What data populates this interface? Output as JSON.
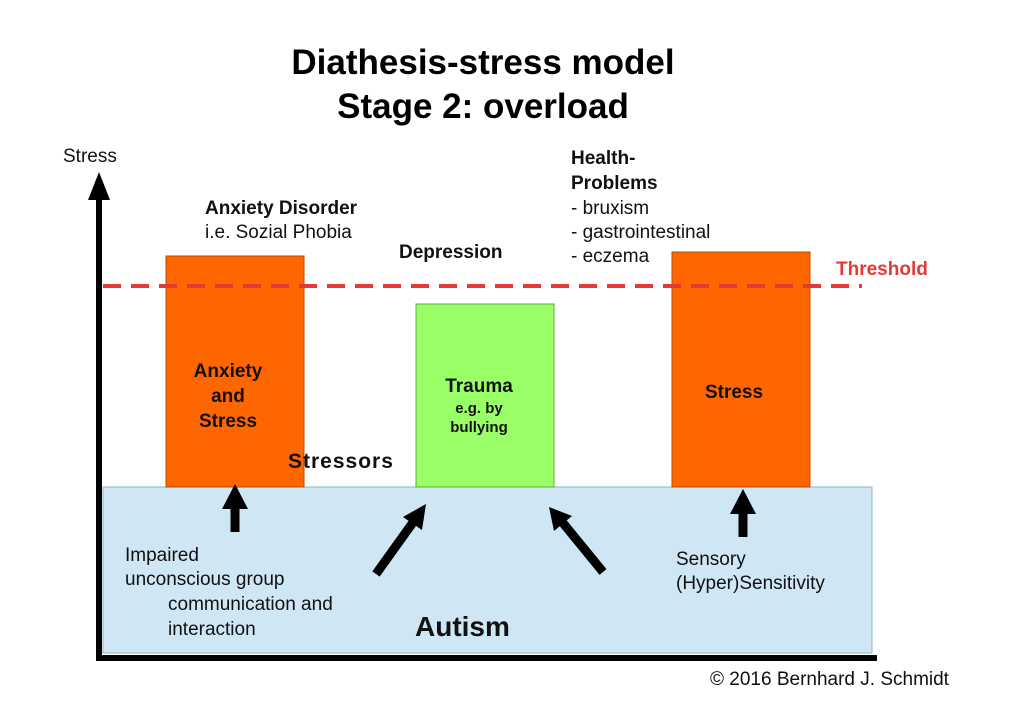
{
  "title": {
    "line1": "Diathesis-stress model",
    "line2": "Stage 2: overload"
  },
  "axis": {
    "y_label": "Stress"
  },
  "threshold": {
    "label": "Threshold",
    "color": "#e53935"
  },
  "colors": {
    "orange_bar": "#ff6600",
    "green_bar": "#99ff66",
    "base": "#cfe6f4",
    "axis": "#000000"
  },
  "bars": {
    "left": {
      "label_lines": [
        "Anxiety",
        "and",
        "Stress"
      ],
      "above_title": "Anxiety Disorder",
      "above_sub": "i.e. Sozial Phobia"
    },
    "middle": {
      "label_main": "Trauma",
      "label_sub_lines": [
        "e.g. by",
        "bullying"
      ],
      "above_title": "Depression"
    },
    "right": {
      "label_main": "Stress",
      "above_lines": [
        "Health-",
        "Problems"
      ],
      "above_items": [
        "- bruxism",
        "- gastrointestinal",
        "- eczema"
      ]
    }
  },
  "stressors_label": "Stressors",
  "base": {
    "label": "Autism",
    "left_text_lines": [
      "Impaired",
      "unconscious group",
      "communication and",
      "interaction"
    ],
    "right_text_lines": [
      "Sensory",
      "(Hyper)Sensitivity"
    ]
  },
  "copyright": "© 2016 Bernhard J. Schmidt"
}
